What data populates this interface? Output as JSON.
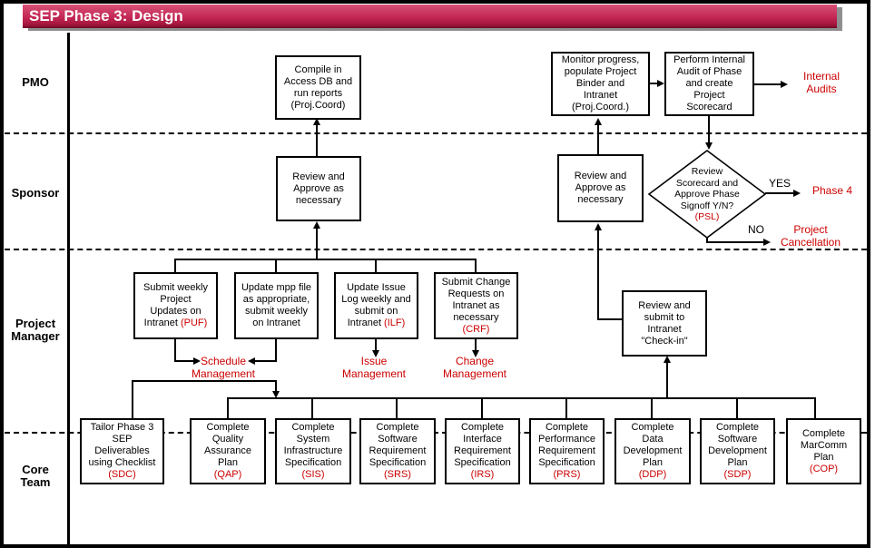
{
  "title": "SEP Phase 3: Design",
  "colors": {
    "accent_bar": "#c32653",
    "red_text": "#cc0000",
    "line": "#000000"
  },
  "lanes": {
    "pmo": "PMO",
    "sponsor": "Sponsor",
    "project_manager": [
      "Project",
      "Manager"
    ],
    "core_team": [
      "Core",
      "Team"
    ]
  },
  "nodes": {
    "compile": {
      "lines": [
        "Compile in",
        "Access DB and",
        "run reports",
        "(Proj.Coord)"
      ]
    },
    "monitor": {
      "lines": [
        "Monitor progress,",
        "populate Project",
        "Binder and",
        "Intranet",
        "(Proj.Coord.)"
      ]
    },
    "perform": {
      "lines": [
        "Perform Internal",
        "Audit of Phase",
        "and create",
        "Project",
        "Scorecard"
      ]
    },
    "sponsor_left": {
      "lines": [
        "Review and",
        "Approve as",
        "necessary"
      ]
    },
    "sponsor_right": {
      "lines": [
        "Review and",
        "Approve as",
        "necessary"
      ]
    },
    "decision": {
      "lines": [
        "Review",
        "Scorecard and",
        "Approve Phase",
        "Signoff Y/N?"
      ],
      "code": "(PSL)"
    },
    "pm_updates": {
      "lines": [
        "Submit weekly",
        "Project",
        "Updates on"
      ],
      "tail": "Intranet",
      "code": "(PUF)"
    },
    "pm_mpp": {
      "lines": [
        "Update mpp file",
        "as appropriate,",
        "submit weekly",
        "on Intranet"
      ]
    },
    "pm_issue": {
      "lines": [
        "Update Issue",
        "Log weekly and",
        "submit on"
      ],
      "tail": "Intranet",
      "code": "(ILF)"
    },
    "pm_change": {
      "lines": [
        "Submit Change",
        "Requests on",
        "Intranet as",
        "necessary"
      ],
      "code": "(CRF)"
    },
    "checkin": {
      "lines": [
        "Review and",
        "submit to",
        "Intranet",
        "\"Check-in\""
      ]
    },
    "sdc": {
      "lines": [
        "Tailor Phase 3",
        "SEP",
        "Deliverables",
        "using Checklist"
      ],
      "code": "(SDC)"
    },
    "qap": {
      "lines": [
        "Complete",
        "Quality",
        "Assurance",
        "Plan"
      ],
      "code": "(QAP)"
    },
    "sis": {
      "lines": [
        "Complete",
        "System",
        "Infrastructure",
        "Specification"
      ],
      "code": "(SIS)"
    },
    "srs": {
      "lines": [
        "Complete",
        "Software",
        "Requirement",
        "Specification"
      ],
      "code": "(SRS)"
    },
    "irs": {
      "lines": [
        "Complete",
        "Interface",
        "Requirement",
        "Specification"
      ],
      "code": "(IRS)"
    },
    "prs": {
      "lines": [
        "Complete",
        "Performance",
        "Requirement",
        "Specification"
      ],
      "code": "(PRS)"
    },
    "ddp": {
      "lines": [
        "Complete",
        "Data",
        "Development",
        "Plan"
      ],
      "code": "(DDP)"
    },
    "sdp": {
      "lines": [
        "Complete",
        "Software",
        "Development",
        "Plan"
      ],
      "code": "(SDP)"
    },
    "cop": {
      "lines": [
        "Complete",
        "MarComm",
        "Plan"
      ],
      "code": "(COP)"
    }
  },
  "labels": {
    "internal_audits": [
      "Internal",
      "Audits"
    ],
    "phase4": "Phase 4",
    "cancellation": [
      "Project",
      "Cancellation"
    ],
    "yes": "YES",
    "no": "NO",
    "schedule": [
      "Schedule",
      "Management"
    ],
    "issue": [
      "Issue",
      "Management"
    ],
    "change": [
      "Change",
      "Management"
    ]
  }
}
